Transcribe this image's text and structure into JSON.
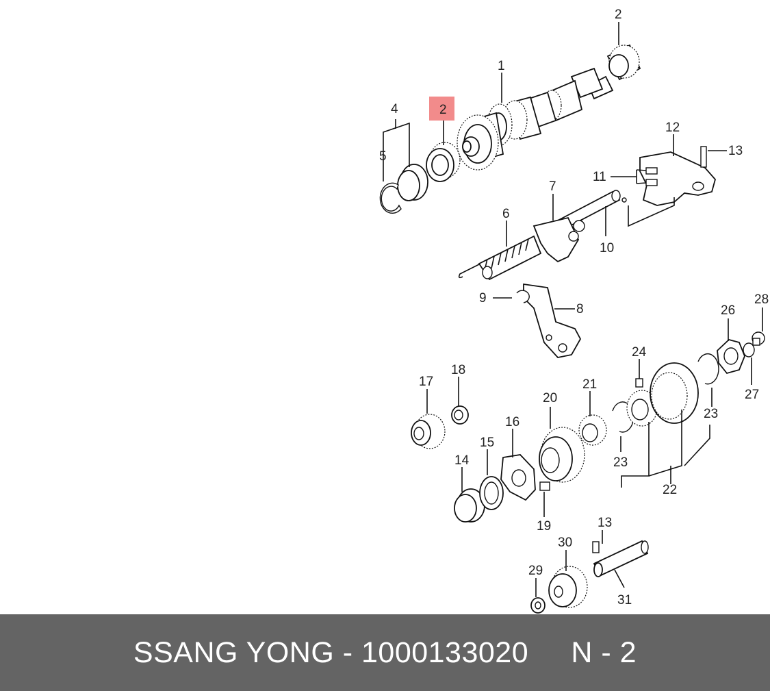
{
  "diagram": {
    "highlight_color": "#f28b8b",
    "labels": {
      "l1": "1",
      "l2_top": "2",
      "l2_highlight": "2",
      "l4": "4",
      "l5": "5",
      "l6": "6",
      "l7": "7",
      "l8": "8",
      "l9": "9",
      "l10": "10",
      "l11": "11",
      "l12": "12",
      "l13_top": "13",
      "l13_bottom": "13",
      "l14": "14",
      "l15": "15",
      "l16": "16",
      "l17": "17",
      "l18": "18",
      "l19": "19",
      "l20": "20",
      "l21": "21",
      "l22": "22",
      "l23_left": "23",
      "l23_right": "23",
      "l24": "24",
      "l26": "26",
      "l27": "27",
      "l28": "28",
      "l29": "29",
      "l30": "30",
      "l31": "31"
    }
  },
  "footer": {
    "brand": "SSANG YONG",
    "part_number": "1000133020",
    "position": "N - 2",
    "background_color": "#646464"
  }
}
